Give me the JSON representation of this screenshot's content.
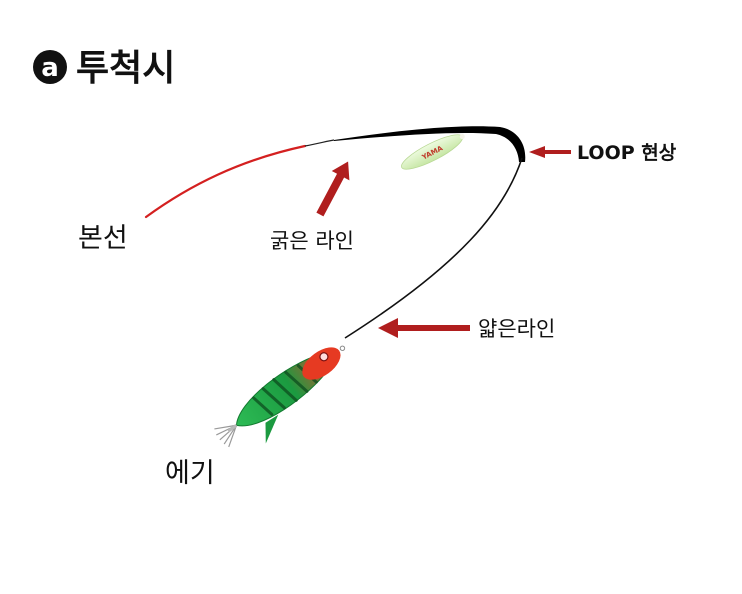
{
  "title": {
    "marker": "a",
    "text": "투척시"
  },
  "labels": {
    "main_line": "본선",
    "thick_line": "굵은 라인",
    "loop": "LOOP 현상",
    "thin_line": "얇은라인",
    "egi": "에기"
  },
  "float_mark": "YAMA",
  "colors": {
    "main_line": "#d42020",
    "thick_line": "#000000",
    "arrow": "#b01e1e",
    "float_body": "#d8f0b8",
    "egi_head": "#e63a22",
    "egi_body": "#1fa84a"
  }
}
